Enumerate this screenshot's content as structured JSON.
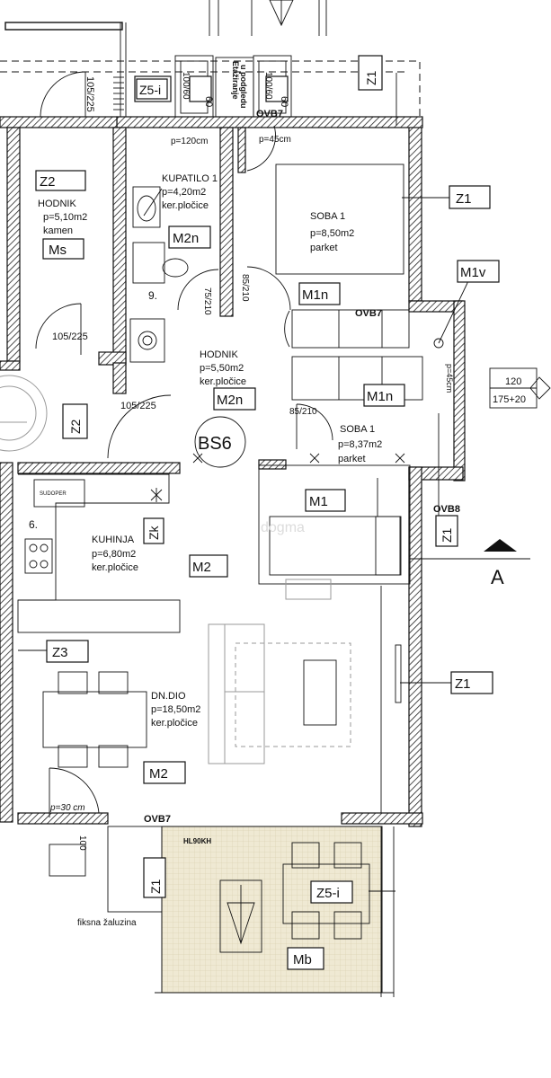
{
  "rooms": [
    {
      "name": "HODNIK",
      "area": "p=5,10m2",
      "floor": "kamen"
    },
    {
      "name": "KUPATILO 1",
      "area": "p=4,20m2",
      "floor": "ker.pločice"
    },
    {
      "name": "SOBA 1",
      "area": "p=8,50m2",
      "floor": "parket"
    },
    {
      "name": "HODNIK",
      "area": "p=5,50m2",
      "floor": "ker.pločice"
    },
    {
      "name": "SOBA 1",
      "area": "p=8,37m2",
      "floor": "parket"
    },
    {
      "name": "KUHINJA",
      "area": "p=6,80m2",
      "floor": "ker.pločice"
    },
    {
      "name": "DN.DIO",
      "area": "p=18,50m2",
      "floor": "ker.pločice"
    }
  ],
  "tags": {
    "z5i_top": "Z5-i",
    "z1_top": "Z1",
    "z1_right": "Z1",
    "z2_left": "Z2",
    "z2_mid": "Z2",
    "ms": "Ms",
    "m2n_bath": "M2n",
    "m1n_top": "M1n",
    "m1n_mid": "M1n",
    "m2n_hall": "M2n",
    "m1v": "M1v",
    "bs6": "BS6",
    "m1": "M1",
    "zk": "Zk",
    "m2_kitchen": "M2",
    "z1_vert": "Z1",
    "z3": "Z3",
    "z1_living": "Z1",
    "m2_living": "M2",
    "z1_balcony": "Z1",
    "z5i_balcony": "Z5-i",
    "mb": "Mb",
    "window_120": "120",
    "window_175": "175+20"
  },
  "dims": {
    "d105_225_top": "105/225",
    "d105_225_left": "105/225",
    "d105_225_hall": "105/225",
    "d75_210": "75/210",
    "d85_210_a": "85/210",
    "d85_210_b": "85/210",
    "p120": "p=120cm",
    "p45": "p=45cm",
    "p45_side": "p=45cm",
    "p30": "p=30 cm",
    "d60_a": "60",
    "d60_b": "60",
    "d100_a": "100/60",
    "d100_b": "100/60",
    "d100_c": "100"
  },
  "notes": {
    "ovb_top": "OVB7",
    "ovb_mid": "OVB7",
    "ovb8": "OVB8",
    "ovb_bottom": "OVB7",
    "hl": "HL90KH",
    "bath_item": "9.",
    "kitchen_item": "6.",
    "etaz": "Etažiranje",
    "podg": "u podgledu",
    "sudoper": "SUDOPER",
    "fiksna": "fiksna žaluzina",
    "section": "A",
    "watermark": "dogma"
  }
}
